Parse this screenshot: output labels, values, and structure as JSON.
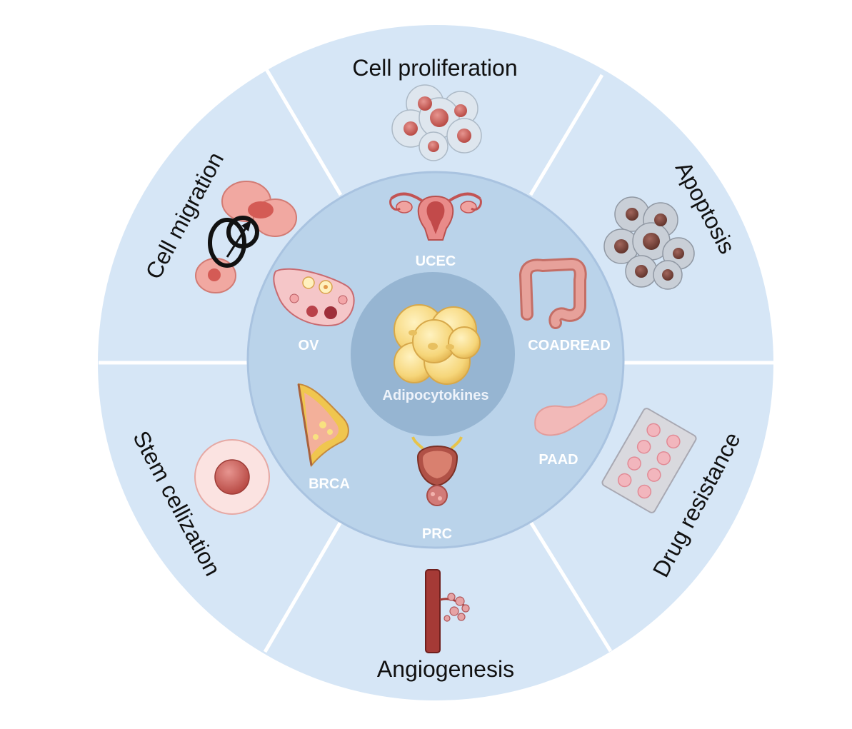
{
  "center": {
    "label": "Adipocytokines"
  },
  "organs": [
    {
      "id": "ucec",
      "label": "UCEC",
      "icon": "uterus-icon"
    },
    {
      "id": "coadread",
      "label": "COADREAD",
      "icon": "colon-icon"
    },
    {
      "id": "paad",
      "label": "PAAD",
      "icon": "pancreas-icon"
    },
    {
      "id": "prc",
      "label": "PRC",
      "icon": "prostate-bladder-icon"
    },
    {
      "id": "brca",
      "label": "BRCA",
      "icon": "breast-icon"
    },
    {
      "id": "ov",
      "label": "OV",
      "icon": "ovary-icon"
    }
  ],
  "processes": [
    {
      "id": "proliferation",
      "label": "Cell proliferation",
      "icon": "cell-cluster-icon"
    },
    {
      "id": "apoptosis",
      "label": "Apoptosis",
      "icon": "apoptotic-cells-icon"
    },
    {
      "id": "drug",
      "label": "Drug resistance",
      "icon": "pill-blister-icon"
    },
    {
      "id": "angiogenesis",
      "label": "Angiogenesis",
      "icon": "blood-vessel-icon"
    },
    {
      "id": "stem",
      "label": "Stem cellization",
      "icon": "stem-cell-icon"
    },
    {
      "id": "migration",
      "label": "Cell migration",
      "icon": "migrating-cells-icon"
    }
  ],
  "colors": {
    "outer_ring": "#d6e6f6",
    "middle_ring": "#bad3ea",
    "middle_ring_edge": "#a9c3e0",
    "center": "#96b5d2",
    "divider": "#ffffff",
    "cell_red": "#c9605c",
    "fat_yellow": "#f6d67a"
  }
}
